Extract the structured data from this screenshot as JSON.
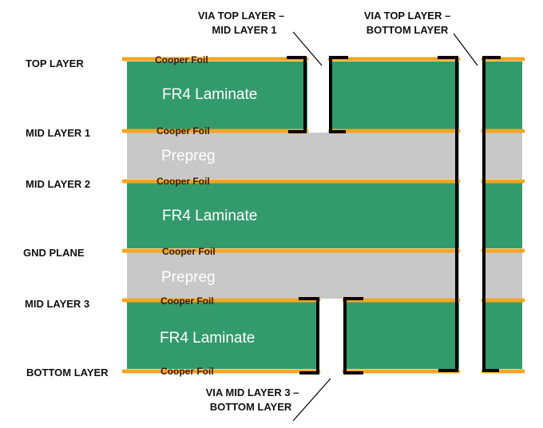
{
  "layers": {
    "top": "TOP LAYER",
    "mid1": "MID LAYER 1",
    "mid2": "MID LAYER 2",
    "gnd": "GND PLANE",
    "mid3": "MID LAYER 3",
    "bottom": "BOTTOM LAYER"
  },
  "foil_label": "Cooper Foil",
  "cores": {
    "laminate": "FR4 Laminate",
    "prepreg": "Prepreg"
  },
  "vias": {
    "top_mid1": [
      "VIA TOP LAYER –",
      "MID LAYER 1"
    ],
    "top_bottom": [
      "VIA TOP LAYER –",
      "BOTTOM LAYER"
    ],
    "mid3_bottom": [
      "VIA MID LAYER 3  –",
      "BOTTOM LAYER"
    ]
  },
  "colors": {
    "laminate": "#339a6b",
    "prepreg": "#c8c8c8",
    "copper": "#f5a623",
    "via": "#000000"
  }
}
